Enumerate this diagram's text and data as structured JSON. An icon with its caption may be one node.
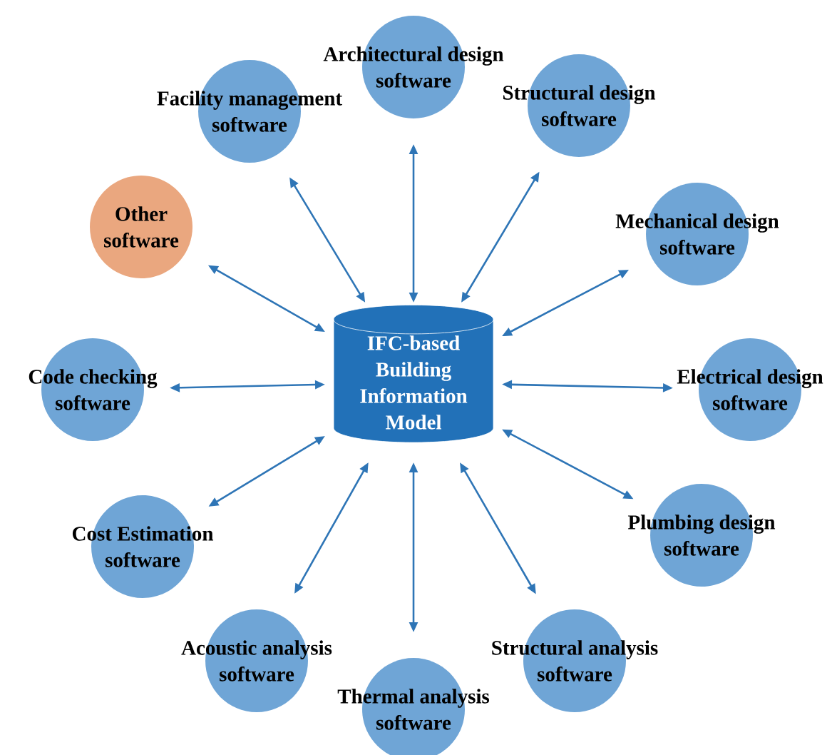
{
  "diagram": {
    "nodes": [
      {
        "text": [
          "IFC-based Building Information Model"
        ]
      },
      {
        "text": [
          "Architectural design software"
        ]
      },
      {
        "text": [
          "Facility management software"
        ]
      },
      {
        "text": [
          "Structural design software"
        ]
      },
      {
        "text": [
          "Other software"
        ]
      },
      {
        "text": [
          "Mechanical design software"
        ]
      },
      {
        "text": [
          "Code checking software"
        ]
      },
      {
        "text": [
          "Electrical design software"
        ]
      },
      {
        "text": [
          "Cost Estimation software"
        ]
      },
      {
        "text": [
          "Plumbing design software"
        ]
      },
      {
        "text": [
          "Acoustic analysis software"
        ]
      },
      {
        "text": [
          "Structural analysis software"
        ]
      },
      {
        "text": [
          "Thermal analysis software"
        ]
      }
    ],
    "edges": [
      {
        "from": 0,
        "to": 1,
        "arrow": "both"
      },
      {
        "from": 0,
        "to": 2,
        "arrow": "both"
      },
      {
        "from": 0,
        "to": 3,
        "arrow": "both"
      },
      {
        "from": 0,
        "to": 4,
        "arrow": "both"
      },
      {
        "from": 0,
        "to": 5,
        "arrow": "both"
      },
      {
        "from": 0,
        "to": 6,
        "arrow": "both"
      },
      {
        "from": 0,
        "to": 7,
        "arrow": "both"
      },
      {
        "from": 0,
        "to": 8,
        "arrow": "both"
      },
      {
        "from": 0,
        "to": 9,
        "arrow": "both"
      },
      {
        "from": 0,
        "to": 10,
        "arrow": "both"
      },
      {
        "from": 0,
        "to": 11,
        "arrow": "both"
      },
      {
        "from": 0,
        "to": 12,
        "arrow": "both"
      }
    ]
  }
}
